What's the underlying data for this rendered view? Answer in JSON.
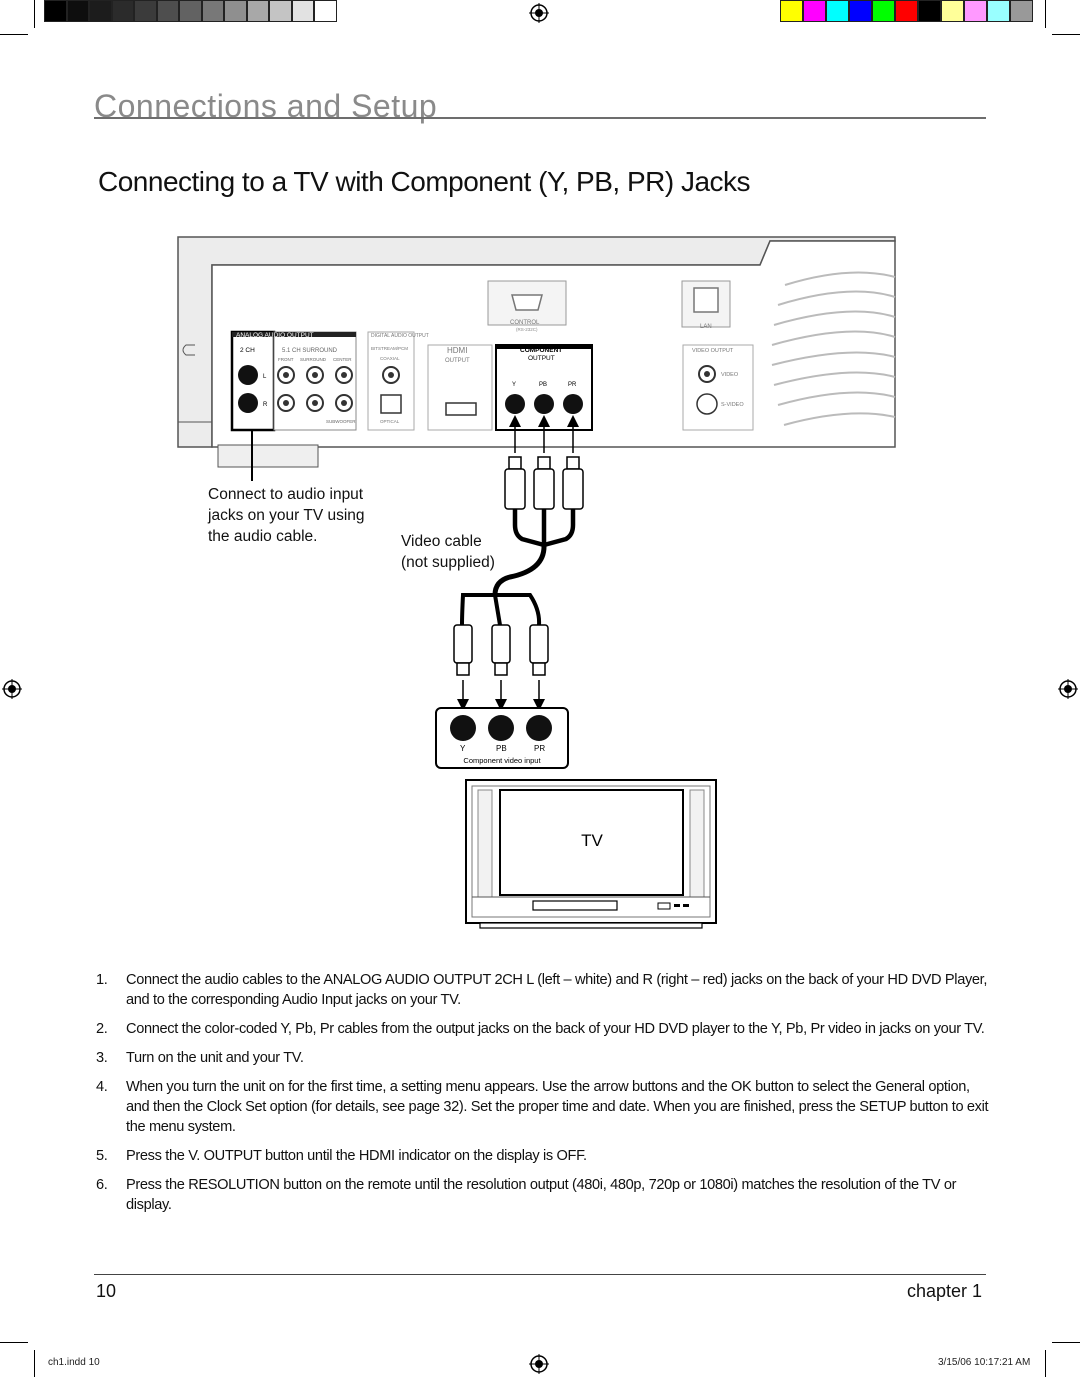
{
  "colors": {
    "grayscale_bar": [
      "#000000",
      "#0e0e0e",
      "#1c1c1c",
      "#2b2b2b",
      "#3b3b3b",
      "#4e4e4e",
      "#626262",
      "#787878",
      "#8f8f8f",
      "#a8a8a8",
      "#c4c4c4",
      "#e2e2e2",
      "#ffffff"
    ],
    "color_bar": [
      "#ffff00",
      "#ff00ff",
      "#00ffff",
      "#0000ff",
      "#00ff00",
      "#ff0000",
      "#000000",
      "#ffff99",
      "#ff99ff",
      "#99ffff",
      "#999999"
    ]
  },
  "header": {
    "section_title": "Connections and Setup",
    "page_title": "Connecting to a TV with Component (Y, PB, PR) Jacks"
  },
  "diagram": {
    "rear_panel": {
      "analog_audio_output": "ANALOG AUDIO OUTPUT",
      "two_ch": "2 CH",
      "five_one_ch": "5.1 CH  SURROUND",
      "front": "FRONT",
      "surround": "SURROUND",
      "center": "CENTER",
      "subwoofer": "SUBWOOFER",
      "left": "L",
      "right": "R",
      "digital_audio_output": "DIGITAL AUDIO OUTPUT",
      "bitstream": "BITSTREAM/PCM",
      "coaxial": "COAXIAL",
      "optical": "OPTICAL",
      "hdmi": "HDMI",
      "hdmi_output": "OUTPUT",
      "component": "COMPONENT",
      "component_output": "OUTPUT",
      "y": "Y",
      "pb": "PB",
      "pr": "PR",
      "control": "CONTROL",
      "control_sub": "(RS-232C)",
      "lan": "LAN",
      "video_output": "VIDEO OUTPUT",
      "video": "VIDEO",
      "s_video": "S-VIDEO"
    },
    "audio_callout": [
      "Connect to audio input",
      "jacks on your TV using",
      "the audio cable."
    ],
    "video_cable_callout": [
      "Video cable",
      "(not supplied)"
    ],
    "tv_input": {
      "y": "Y",
      "pb": "PB",
      "pr": "PR",
      "caption": "Component video input"
    },
    "tv_label": "TV"
  },
  "steps": [
    {
      "num": "1.",
      "text": "Connect the audio cables to the ANALOG AUDIO OUTPUT 2CH L (left – white) and R (right – red) jacks on the back of your HD DVD Player, and to the corresponding Audio Input jacks on your TV."
    },
    {
      "num": "2.",
      "text": "Connect the color-coded Y, Pb, Pr cables from the output jacks on the back of your HD DVD player to the Y, Pb, Pr video in jacks on your TV."
    },
    {
      "num": "3.",
      "text": "Turn on the unit and your TV."
    },
    {
      "num": "4.",
      "text": "When you turn the unit on for the first time, a setting menu appears. Use the arrow buttons and the OK button to select the General option, and then the Clock Set option (for details, see page 32). Set the proper time and date. When you are finished, press the SETUP button to exit the menu system."
    },
    {
      "num": "5.",
      "text": "Press the V. OUTPUT button until the HDMI indicator on the display is OFF."
    },
    {
      "num": "6.",
      "text": "Press the RESOLUTION button on the remote until the resolution output (480i, 480p, 720p or 1080i) matches the resolution of the TV or display."
    }
  ],
  "footer": {
    "page_number": "10",
    "chapter": "chapter 1",
    "slug_left": "ch1.indd   10",
    "slug_right": "3/15/06   10:17:21 AM"
  }
}
